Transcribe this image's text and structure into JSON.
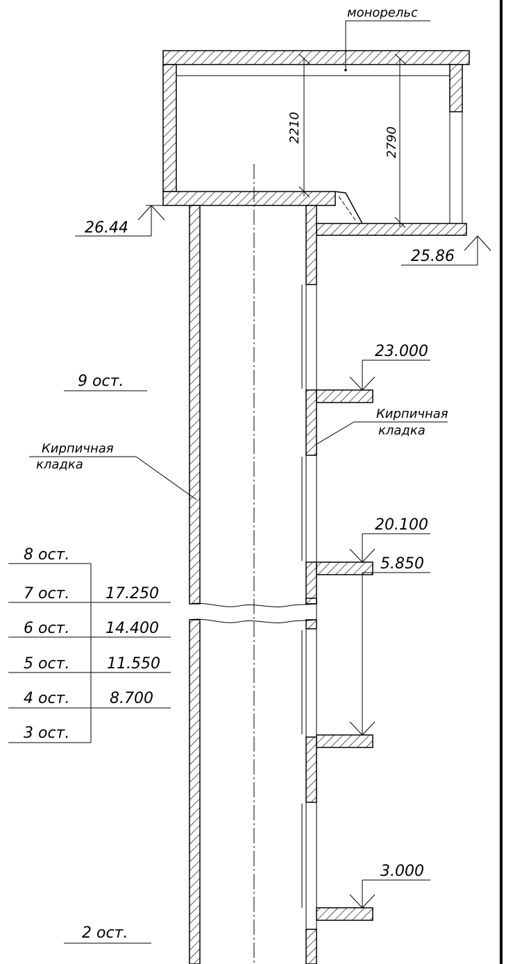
{
  "labels": {
    "monorail": "монорельс",
    "masonry_left_line1": "Кирпичная",
    "masonry_left_line2": "кладка",
    "masonry_right_line1": "Кирпичная",
    "masonry_right_line2": "кладка"
  },
  "dimensions": {
    "left_height": "2210",
    "right_height": "2790"
  },
  "elevations": {
    "top_left": "26.44",
    "top_right": "25.86",
    "stop_9_level": "23.000",
    "stop_8_level": "20.100",
    "stop_3_level": "5.850",
    "stop_2_level": "3.000"
  },
  "stops": {
    "stop_9": "9 ост.",
    "stop_2": "2 ост."
  },
  "stop_table": [
    {
      "stop": "8 ост.",
      "level": ""
    },
    {
      "stop": "7 ост.",
      "level": "17.250"
    },
    {
      "stop": "6 ост.",
      "level": "14.400"
    },
    {
      "stop": "5 ост.",
      "level": "11.550"
    },
    {
      "stop": "4 ост.",
      "level": "8.700"
    },
    {
      "stop": "3 ост.",
      "level": ""
    }
  ]
}
